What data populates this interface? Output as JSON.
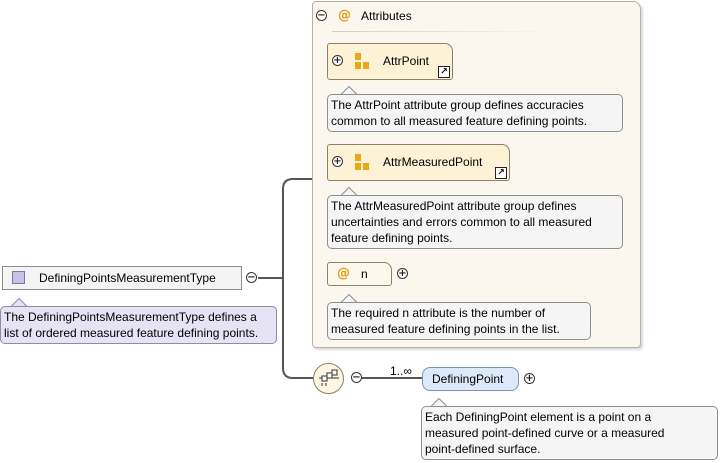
{
  "root_type": {
    "name": "DefiningPointsMeasurementType",
    "annotation": [
      "The DefiningPointsMeasurementType defines a",
      "list of ordered measured feature defining points."
    ]
  },
  "attributes": {
    "header": "Attributes",
    "groups": [
      {
        "name": "AttrPoint",
        "annotation": [
          "The AttrPoint attribute group defines accuracies",
          "common to all measured feature defining points."
        ]
      },
      {
        "name": "AttrMeasuredPoint",
        "annotation": [
          "The AttrMeasuredPoint attribute group defines",
          "uncertainties and errors common to all measured",
          "feature defining points."
        ]
      }
    ],
    "attribute": {
      "name": "n",
      "annotation": [
        "The required n attribute is the number of",
        "measured feature defining points in the list."
      ]
    }
  },
  "sequence": {
    "cardinality": "1..∞"
  },
  "element": {
    "name": "DefiningPoint",
    "annotation": [
      "Each DefiningPoint element is a point on a",
      "measured point-defined curve or a measured",
      "point-defined surface."
    ]
  },
  "symbols": {
    "expand": "+",
    "collapse": "−",
    "at": "@",
    "link_arrow": "↗"
  },
  "colors": {
    "attribute_panel": "#fbf7ee",
    "group_fill": "#fdf1d6",
    "accent_orange": "#e9a816",
    "type_note": "#e6e3f4",
    "element_fill": "#dde8f8"
  }
}
